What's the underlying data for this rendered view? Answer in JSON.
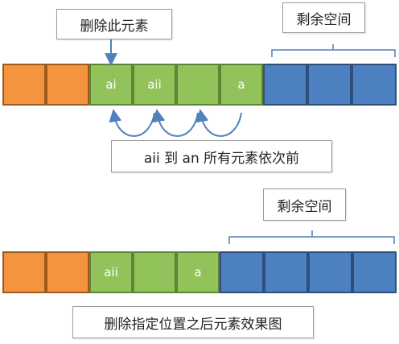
{
  "top": {
    "delete_label": "删除此元素",
    "remaining_label": "剩余空间",
    "shift_label": "aii 到 an 所有元素依次前",
    "cells": [
      "",
      "",
      "ai",
      "aii",
      "",
      "a",
      "",
      "",
      ""
    ]
  },
  "bottom": {
    "remaining_label": "剩余空间",
    "result_label": "删除指定位置之后元素效果图",
    "cells": [
      "",
      "",
      "aii",
      "",
      "a",
      "",
      "",
      "",
      ""
    ]
  },
  "colors": {
    "orange": "#f4943e",
    "green": "#92c35a",
    "blue": "#4d80c0",
    "arrow": "#4f81bd"
  }
}
